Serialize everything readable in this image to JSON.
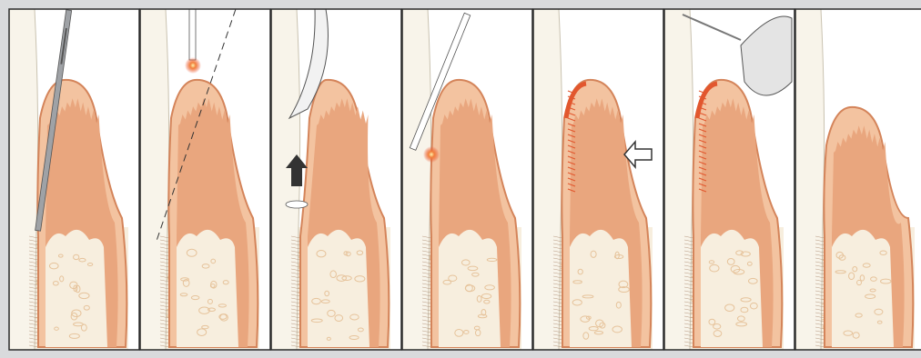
{
  "figure": {
    "panel_count": 7,
    "colors": {
      "frame_background": "#d9dadc",
      "panel_background": "#ffffff",
      "panel_border": "#2b2b2b",
      "gingiva_outer": "#f3c3a0",
      "gingiva_stroke": "#d4845a",
      "connective_tissue": "#e9a67e",
      "bone_background": "#f7eede",
      "bone_marrow": "#e6c39b",
      "tooth": "#f8f4ea",
      "instrument": "#9fa2a6",
      "laser_tip_glow": "#e8472a",
      "treated_surface": "#e2572e"
    },
    "panels": [
      {
        "id": "panel-1",
        "icon": "periodontal-probe-icon"
      },
      {
        "id": "panel-2",
        "icon": "laser-fiber-icon"
      },
      {
        "id": "panel-3",
        "icon": "curette-icon"
      },
      {
        "id": "panel-4",
        "icon": "laser-fiber-icon"
      },
      {
        "id": "panel-5",
        "icon": "compression-arrow-icon"
      },
      {
        "id": "panel-6",
        "icon": "laser-handpiece-icon"
      },
      {
        "id": "panel-7",
        "icon": "healed-tissue-icon"
      }
    ]
  }
}
